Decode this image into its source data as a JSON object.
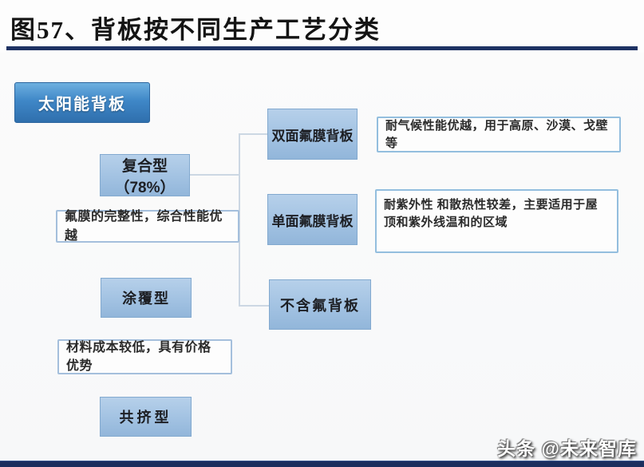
{
  "header": {
    "title": "图57、背板按不同生产工艺分类"
  },
  "diagram": {
    "nodes": {
      "solar": "太阳能背板",
      "composite": "复合型（78%）",
      "composite_desc": "氟膜的完整性，综合性能优越",
      "coated": "涂覆型",
      "coated_desc": "材料成本较低，具有价格优势",
      "coextruded": "共挤型",
      "double_fluorine": "双面氟膜背板",
      "single_fluorine": "单面氟膜背板",
      "no_fluorine": "不含氟背板",
      "double_fluorine_desc": "耐气候性能优越，用于高原、沙漠、戈壁等",
      "single_fluorine_desc": "耐紫外性 和散热性较差，主要适用于屋顶和紫外线温和的区域"
    }
  },
  "footer": {
    "watermark": "头条 @未来智库"
  },
  "colors": {
    "accent_navy": "#1e3263",
    "root_node_blue": "#3f87c7",
    "light_node_blue": "#a2c2e2",
    "desc_border_blue": "#a4bfdc",
    "connector_gray": "#ccd7e3",
    "footer_bar_navy": "#1c2e5e"
  }
}
